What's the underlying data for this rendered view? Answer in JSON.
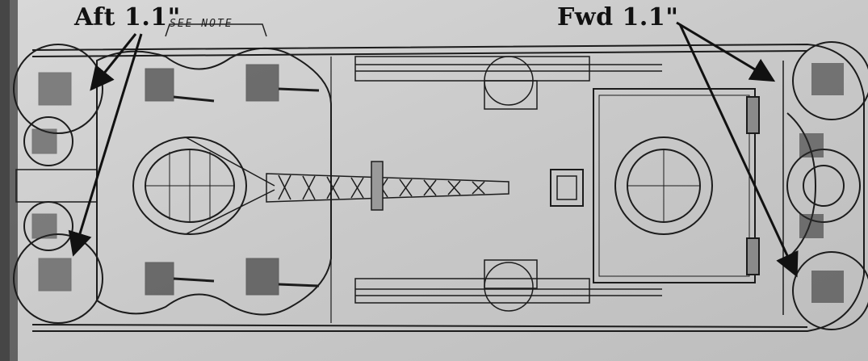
{
  "labels": {
    "aft": "Aft 1.1\"",
    "fwd": "Fwd 1.1\"",
    "note": "SEE NOTE"
  },
  "colors": {
    "paper": "#cfcfcf",
    "ink": "#1c1c1c",
    "background": "#2a2a2a"
  }
}
